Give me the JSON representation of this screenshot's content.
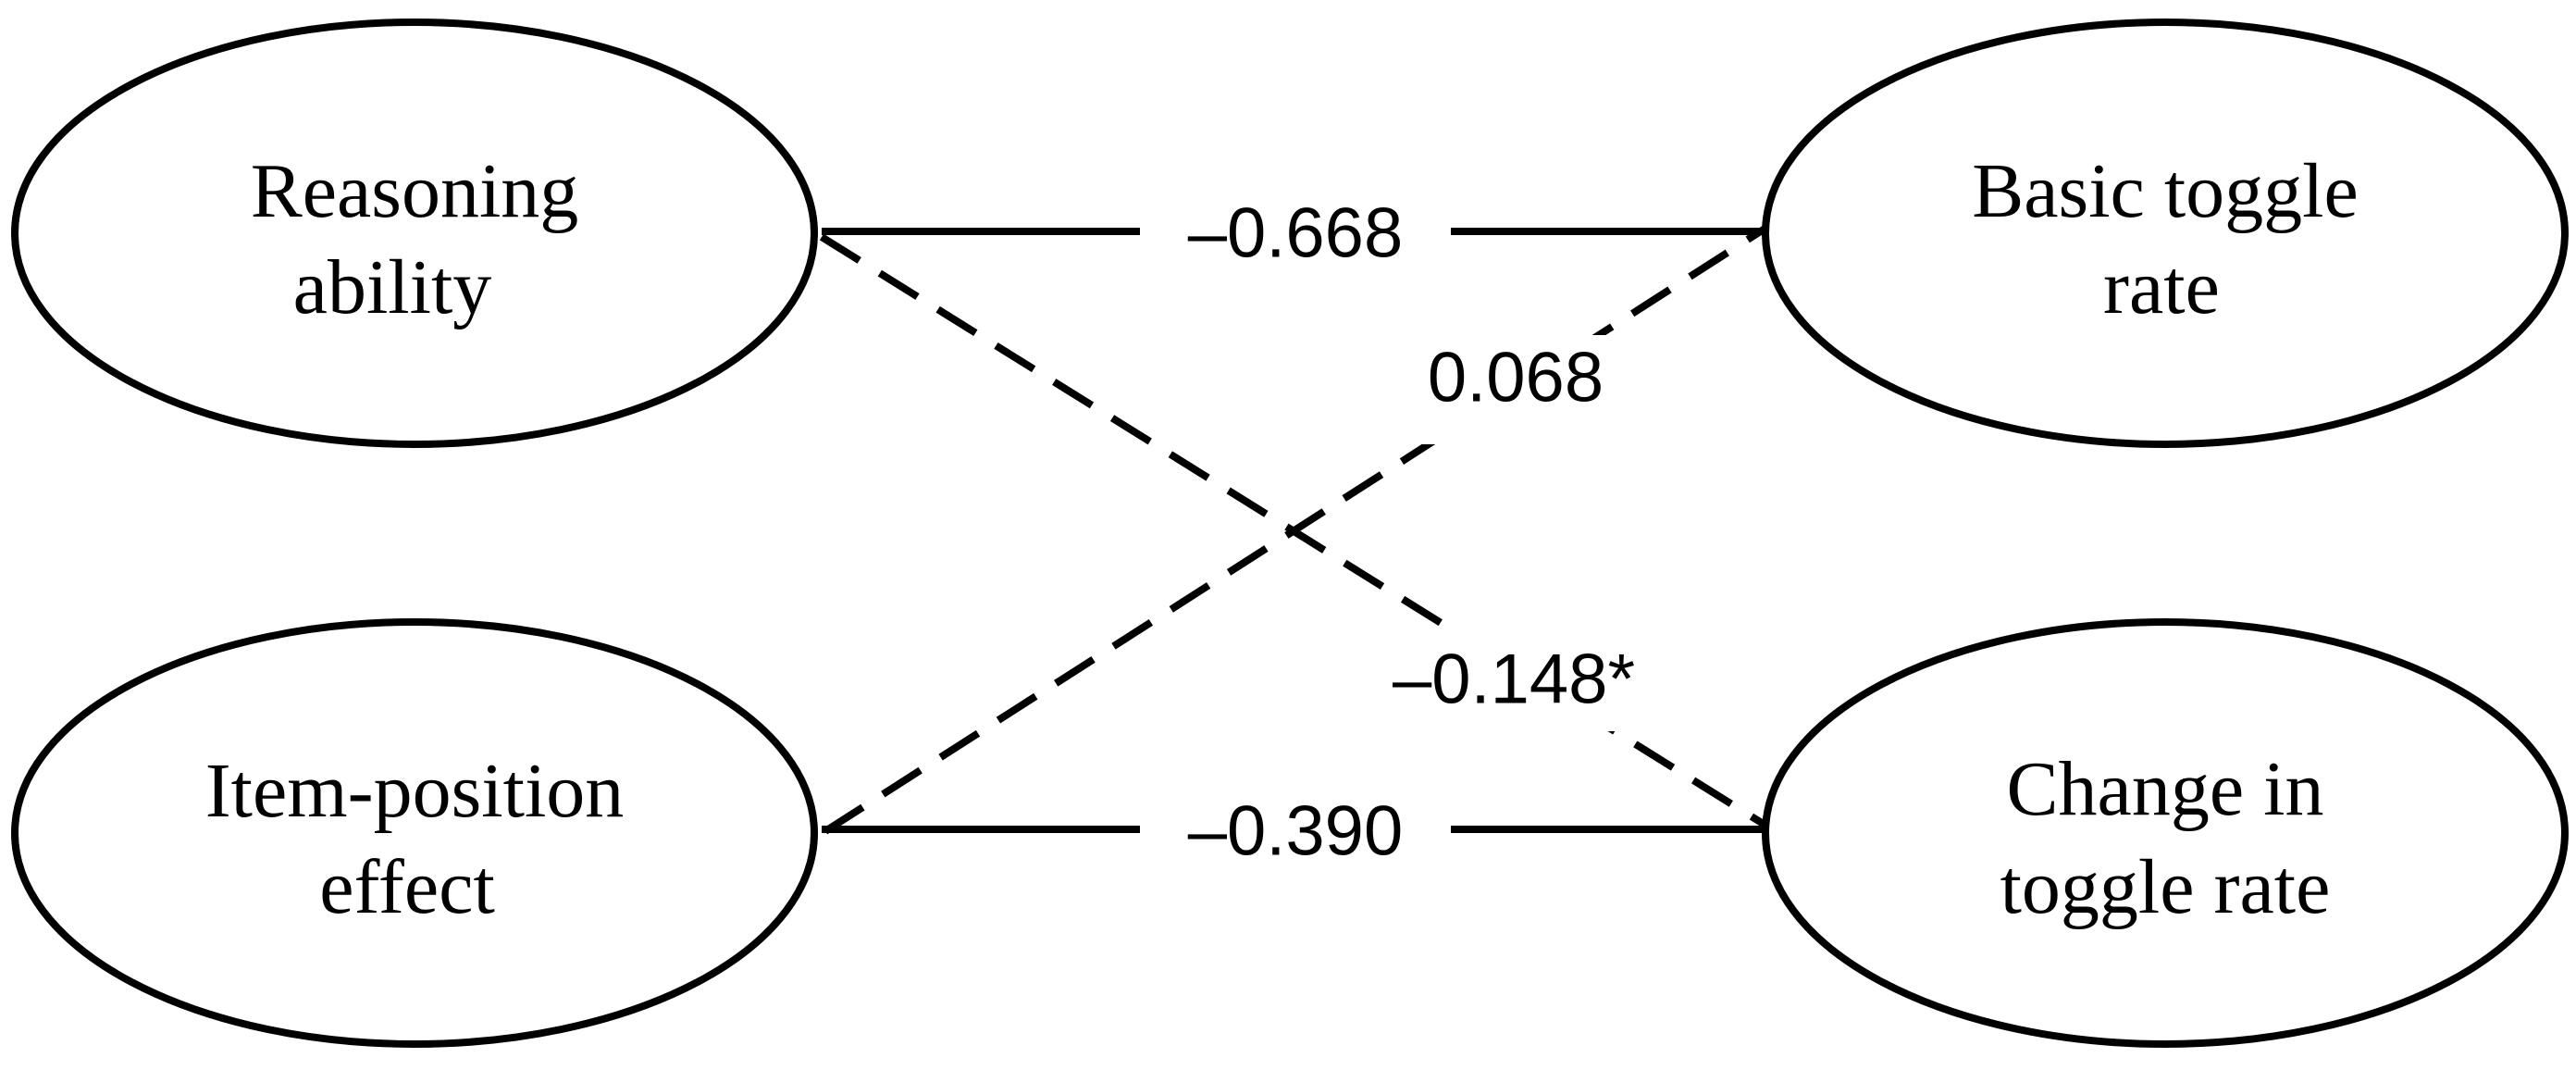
{
  "nodes": [
    {
      "id": "reasoning",
      "lines": [
        "Reasoning",
        "ability"
      ]
    },
    {
      "id": "item_position",
      "lines": [
        "Item-position",
        "effect"
      ]
    },
    {
      "id": "basic_toggle",
      "lines": [
        "Basic toggle",
        "rate"
      ]
    },
    {
      "id": "change_toggle",
      "lines": [
        "Change in",
        "toggle rate"
      ]
    }
  ],
  "edges": [
    {
      "from": "reasoning",
      "to": "basic_toggle",
      "style": "solid",
      "label": "–0.668"
    },
    {
      "from": "item_position",
      "to": "basic_toggle",
      "style": "dashed",
      "label": "0.068"
    },
    {
      "from": "reasoning",
      "to": "change_toggle",
      "style": "dashed",
      "label": "–0.148*"
    },
    {
      "from": "item_position",
      "to": "change_toggle",
      "style": "solid",
      "label": "–0.390"
    }
  ],
  "colors": {
    "line": "#000000",
    "background": "#ffffff"
  }
}
